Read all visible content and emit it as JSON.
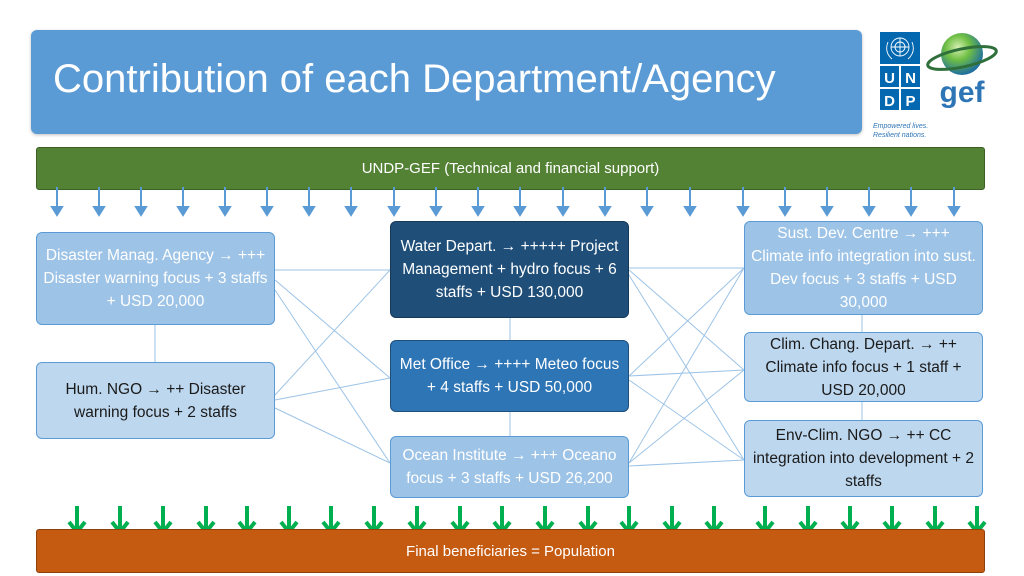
{
  "title": "Contribution of each Department/Agency",
  "logos": {
    "undp_letters": [
      "U",
      "N",
      "D",
      "P"
    ],
    "gef_text": "gef",
    "tagline_line1": "Empowered lives.",
    "tagline_line2": "Resilient nations."
  },
  "top_bar": "UNDP-GEF (Technical and financial support)",
  "bottom_bar": "Final beneficiaries = Population",
  "nodes": {
    "disaster_agency": "Disaster Manag. Agency → +++ Disaster warning focus + 3 staffs + USD 20,000",
    "hum_ngo": "Hum. NGO → ++ Disaster warning focus + 2 staffs",
    "water_depart": "Water Depart. → +++++ Project Management + hydro focus + 6 staffs + USD 130,000",
    "met_office": "Met Office → ++++ Meteo focus + 4 staffs + USD 50,000",
    "ocean_institute": "Ocean Institute → +++ Oceano focus + 3 staffs + USD 26,200",
    "sust_dev_centre": "Sust. Dev. Centre → +++ Climate info integration into sust. Dev focus + 3 staffs + USD 30,000",
    "clim_chang_depart": "Clim. Chang. Depart. → ++ Climate info focus + 1 staff + USD 20,000",
    "env_clim_ngo": "Env-Clim. NGO → ++ CC integration into development + 2 staffs"
  },
  "colors": {
    "title_bg": "#5b9bd5",
    "top_bar_bg": "#548235",
    "bottom_bar_bg": "#c55a11",
    "arrow_down_blue": "#5b9bd5",
    "arrow_down_green": "#00b050",
    "node_light": "#bdd7ee",
    "node_pale": "#9dc3e6",
    "node_dark": "#1f4e79",
    "node_mid": "#2e75b6",
    "connector": "#9dc3e6"
  }
}
